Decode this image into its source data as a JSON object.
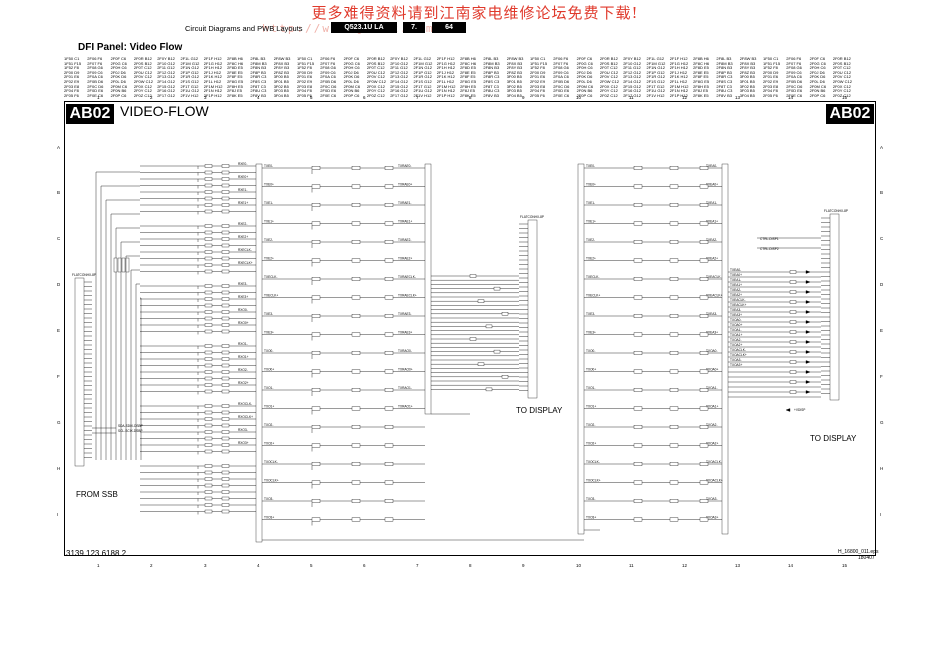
{
  "watermark": {
    "text": "更多难得资料请到江南家电维修论坛免费下载!",
    "url": "http://www.jndwx.com"
  },
  "header": {
    "label": "Circuit Diagrams and PWB Layouts",
    "model": "Q523.1U LA",
    "section": "7.",
    "page": "64"
  },
  "panel_title": "DFI Panel: Video Flow",
  "badge": "AB02",
  "flow_title": "VIDEO-FLOW",
  "notes": {
    "to_display_1": "TO DISPLAY",
    "to_display_2": "TO DISPLAY",
    "from_ssb": "FROM SSB",
    "part_no": "3139 123 6188.2",
    "eps": "H_16800_011.eps",
    "date": "180407"
  },
  "grid": {
    "cols": [
      "1",
      "2",
      "3",
      "4",
      "5",
      "6",
      "7",
      "8",
      "9",
      "10",
      "11",
      "12",
      "13",
      "14",
      "15"
    ],
    "rows": [
      "A",
      "B",
      "C",
      "D",
      "E",
      "F",
      "G",
      "H",
      "I"
    ]
  },
  "ref_columns": [
    [
      "1F50 C1",
      "1F51 F15",
      "1F52 F8",
      "2F00 D9",
      "2F01 E6",
      "2F02 E9",
      "2F03 E8",
      "2F04 F8",
      "2F05 F6"
    ],
    [
      "2F06 F6",
      "2F07 F6",
      "2F08 G6",
      "2F09 C6",
      "2F0A C6",
      "2F0B D6",
      "2F0C D6",
      "2F0D E6",
      "2F0E C6"
    ],
    [
      "2F0F C6",
      "2F0G C6",
      "2F0H C6",
      "2F0J D6",
      "2F0K D6",
      "2F0L D6",
      "2F0M C6",
      "2F0N B6",
      "2F0P C6"
    ],
    [
      "2F0R B12",
      "2F0S B12",
      "2F0T C12",
      "2F0U C12",
      "2F0V C12",
      "2F0W C12",
      "2F0X C12",
      "2F0Y C12",
      "2F0Z C12"
    ],
    [
      "2F0Y B12",
      "2F10 G12",
      "2F11 G12",
      "2F12 G12",
      "2F13 G12",
      "2F14 G12",
      "2F15 G12",
      "2F16 G12",
      "2F17 G12"
    ],
    [
      "2F1L G12",
      "2F1M G12",
      "2F1N G12",
      "2F1P G12",
      "2F1R G12",
      "2F1S G12",
      "2F1T G12",
      "2F1U G12",
      "2F1V H12"
    ],
    [
      "2F1F H12",
      "2F1G H12",
      "2F1H H12",
      "2F1J H12",
      "2F1K H12",
      "2F1L H12",
      "2F1M H12",
      "2F1N H12",
      "2F1P H12"
    ],
    [
      "2F8B H6",
      "2F8C H6",
      "2F8D E5",
      "2F8E E5",
      "2F8F E5",
      "2F8G E5",
      "2F8H E5",
      "2F8J E5",
      "2F8K E5"
    ],
    [
      "2F8L B3",
      "2F8M B3",
      "2F8N B3",
      "2F8P B3",
      "2F8R C3",
      "2F8S C3",
      "2F8T C3",
      "2F8U C3",
      "2F8V B3"
    ],
    [
      "2F8W B3",
      "2F8X B3",
      "2F8Y B3",
      "2F8Z B3",
      "3F00 B5",
      "3F01 B5",
      "3F02 B5",
      "3F03 B5",
      "3F04 B5"
    ]
  ],
  "connector_left": "FLATCONHX-8P",
  "connector_mid": "FLATCONHX-8P",
  "connector_right": "FLATCONHX-8P",
  "left_signals": [
    "RXE0-",
    "RXE0+",
    "RXE1-",
    "RXE1+",
    "RXE2-",
    "RXE2+",
    "RXECLK-",
    "RXECLK+",
    "RXE3-",
    "RXE3+",
    "RXO0-",
    "RXO0+",
    "RXO1-",
    "RXO1+",
    "RXO2-",
    "RXO2+",
    "RXOCLK-",
    "RXOCLK+",
    "RXO3-",
    "RXO3+"
  ],
  "mid_signals": [
    "TXE0-",
    "TXE0+",
    "TXE1-",
    "TXE1+",
    "TXE2-",
    "TXE2+",
    "TXECLK-",
    "TXECLK+",
    "TXE3-",
    "TXE3+",
    "TXO0-",
    "TXO0+",
    "TXO1-",
    "TXO1+",
    "TXO2-",
    "TXO2+",
    "TXOCLK-",
    "TXOCLK+",
    "TXO3-",
    "TXO3+"
  ],
  "right_signals": [
    "TXEA0-",
    "TXEA0+",
    "TXEA1-",
    "TXEA1+",
    "TXEA2-",
    "TXEA2+",
    "TXEACLK-",
    "TXEACLK+",
    "TXEA3-",
    "TXEA3+",
    "TXOA0-",
    "TXOA0+",
    "TXOA1-",
    "TXOA1+",
    "TXOA2-",
    "TXOA2+",
    "TXOACLK-",
    "TXOACLK+",
    "TXOA3-",
    "TXOA3+"
  ],
  "misc_labels": {
    "sda": "SDA-SDIX-DSBP",
    "scl": "SCL-SCIX-DSBP",
    "vdisp": "+VDISP"
  }
}
